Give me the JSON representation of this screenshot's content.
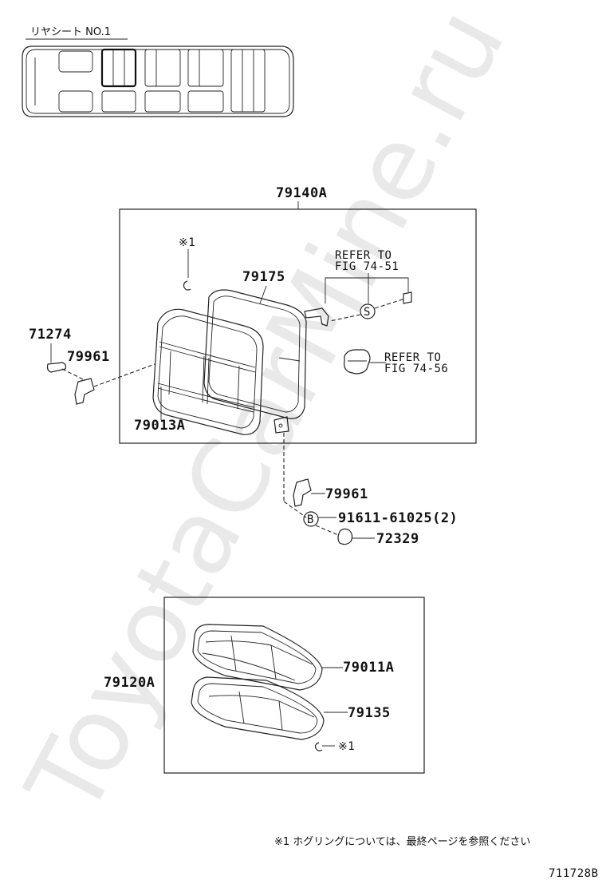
{
  "header": {
    "seat_label": "リヤシート NO.1"
  },
  "watermark": "ToyotaCarMine.ru",
  "parts": {
    "backrest_assy": "79140A",
    "back_frame": "79175",
    "back_cover": "79013A",
    "hinge_cover_left": "71274",
    "hinge_left": "79961",
    "hinge_right": "79961",
    "bolt": "91611-61025(2)",
    "cap": "72329",
    "cushion_assy": "79120A",
    "cushion_cover": "79011A",
    "cushion_pad": "79135"
  },
  "refs": {
    "refer_1_line1": "REFER TO",
    "refer_1_line2": "FIG 74-51",
    "refer_2_line1": "REFER TO",
    "refer_2_line2": "FIG 74-56"
  },
  "markers": {
    "note_mark_top": "※1",
    "note_mark_bottom": "※1",
    "symbol_s": "S",
    "symbol_b": "B"
  },
  "footnote": "※1 ホグリングについては、最終ページを参照ください",
  "figure_id": "711728B"
}
